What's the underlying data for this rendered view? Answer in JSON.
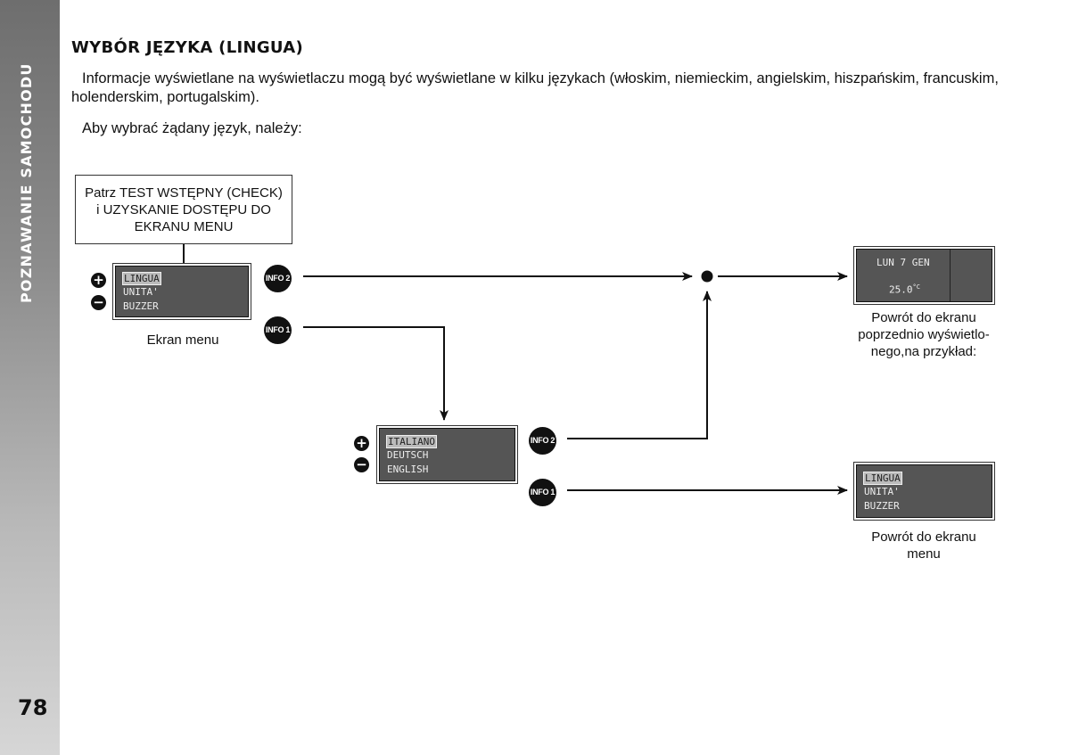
{
  "sidebar": {
    "title": "POZNAWANIE SAMOCHODU"
  },
  "page_number": "78",
  "heading": "WYBÓR JĘZYKA (LINGUA)",
  "paragraphs": [
    "Informacje wyświetlane na wyświetlaczu mogą być wyświetlane w kilku językach (włoskim, niemieckim, angielskim, hiszpańskim, francuskim, holenderskim, portugalskim).",
    "Aby wybrać żądany język, należy:"
  ],
  "diagram": {
    "start_box": [
      "Patrz TEST WSTĘPNY (CHECK)",
      "i UZYSKANIE DOSTĘPU DO",
      "EKRANU MENU"
    ],
    "menu_screen": {
      "lines": [
        "LINGUA",
        "UNITA'",
        "BUZZER"
      ],
      "caption": "Ekran menu"
    },
    "language_screen": {
      "lines": [
        "ITALIANO",
        "DEUTSCH",
        "ENGLISH"
      ]
    },
    "previous_screen": {
      "date": "LUN 7 GEN",
      "temp": "25.0",
      "unit": "°C",
      "caption": [
        "Powrót do ekranu",
        "poprzednio wyświetlo-",
        "nego,na przykład:"
      ]
    },
    "return_menu_screen": {
      "lines": [
        "LINGUA",
        "UNITA'",
        "BUZZER"
      ],
      "caption": [
        "Powrót do ekranu",
        "menu"
      ]
    },
    "buttons": {
      "info1": "INFO 1",
      "info2": "INFO 2",
      "plus": "+",
      "minus": "−"
    }
  }
}
